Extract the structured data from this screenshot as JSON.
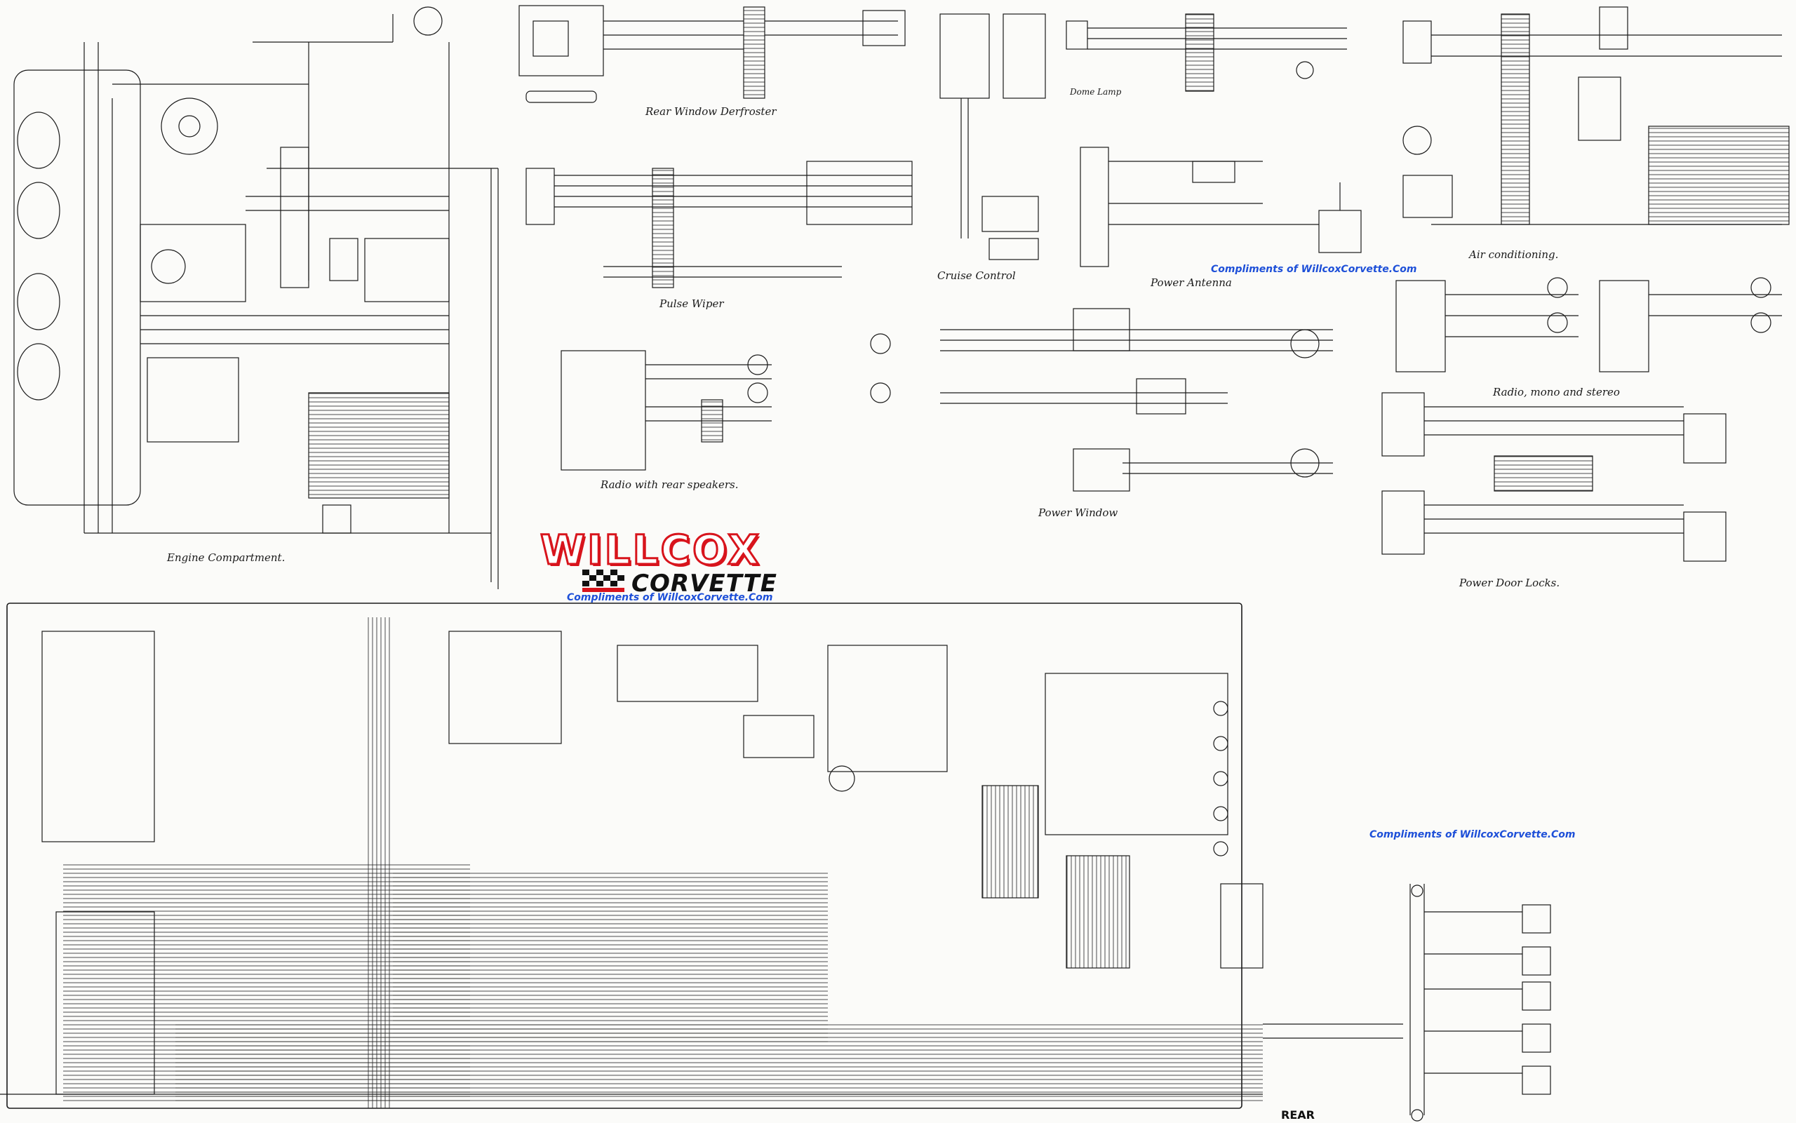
{
  "captions": {
    "engine": "Engine Compartment.",
    "rear_defroster": "Rear Window Derfroster",
    "pulse_wiper": "Pulse Wiper",
    "radio_rear": "Radio with rear speakers.",
    "cruise": "Cruise Control",
    "power_antenna": "Power Antenna",
    "power_window": "Power Window",
    "air_conditioning": "Air conditioning.",
    "radio_mono_stereo": "Radio, mono and stereo",
    "power_door_locks": "Power Door Locks.",
    "dome_lamp": "Dome Lamp"
  },
  "credits": {
    "compliments_1": "Compliments of WillcoxCorvette.Com",
    "compliments_2": "Compliments of WillcoxCorvette.Com",
    "compliments_3": "Compliments of WillcoxCorvette.Com"
  },
  "logo": {
    "word": "WILLCOX",
    "sub": "CORVETTE",
    "colors": {
      "red": "#d8141c",
      "black": "#111111"
    }
  },
  "footer": {
    "rear": "REAR"
  },
  "wire_color": "#1a1a1a"
}
